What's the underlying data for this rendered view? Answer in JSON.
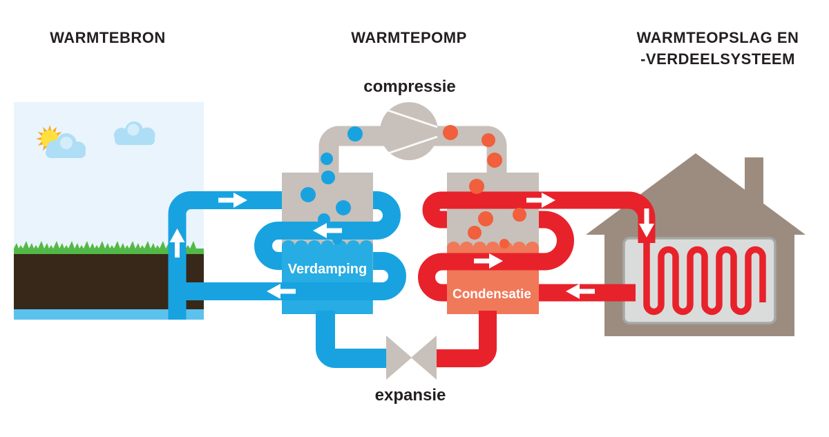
{
  "titles": {
    "left": "WARMTEBRON",
    "middle": "WARMTEPOMP",
    "right_line1": "WARMTEOPSLAG EN",
    "right_line2": "-VERDEELSYSTEEM"
  },
  "labels": {
    "compression": "compressie",
    "evaporation": "Verdamping",
    "condensation": "Condensatie",
    "expansion": "expansie"
  },
  "colors": {
    "blue-pipe": "#18a3e0",
    "blue-liquid": "#27ace4",
    "red-pipe": "#e8222b",
    "orange-liquid": "#f0795a",
    "orange-bubble": "#f15f3c",
    "gray-pipe": "#c8c0ba",
    "house": "#9c8c7f",
    "sky": "#eaf4fc",
    "soil": "#38281a",
    "water": "#5bc2ee",
    "grass": "#52b946",
    "radiator-fill": "#d9dcdb",
    "radiator-border": "#a6a8a5",
    "sun-core": "#ffe03c",
    "sun-rays": "#f7a823",
    "cloud": "#aedef5",
    "cloud-light": "#e1f2fc",
    "text": "#231f20",
    "white": "#ffffff"
  }
}
